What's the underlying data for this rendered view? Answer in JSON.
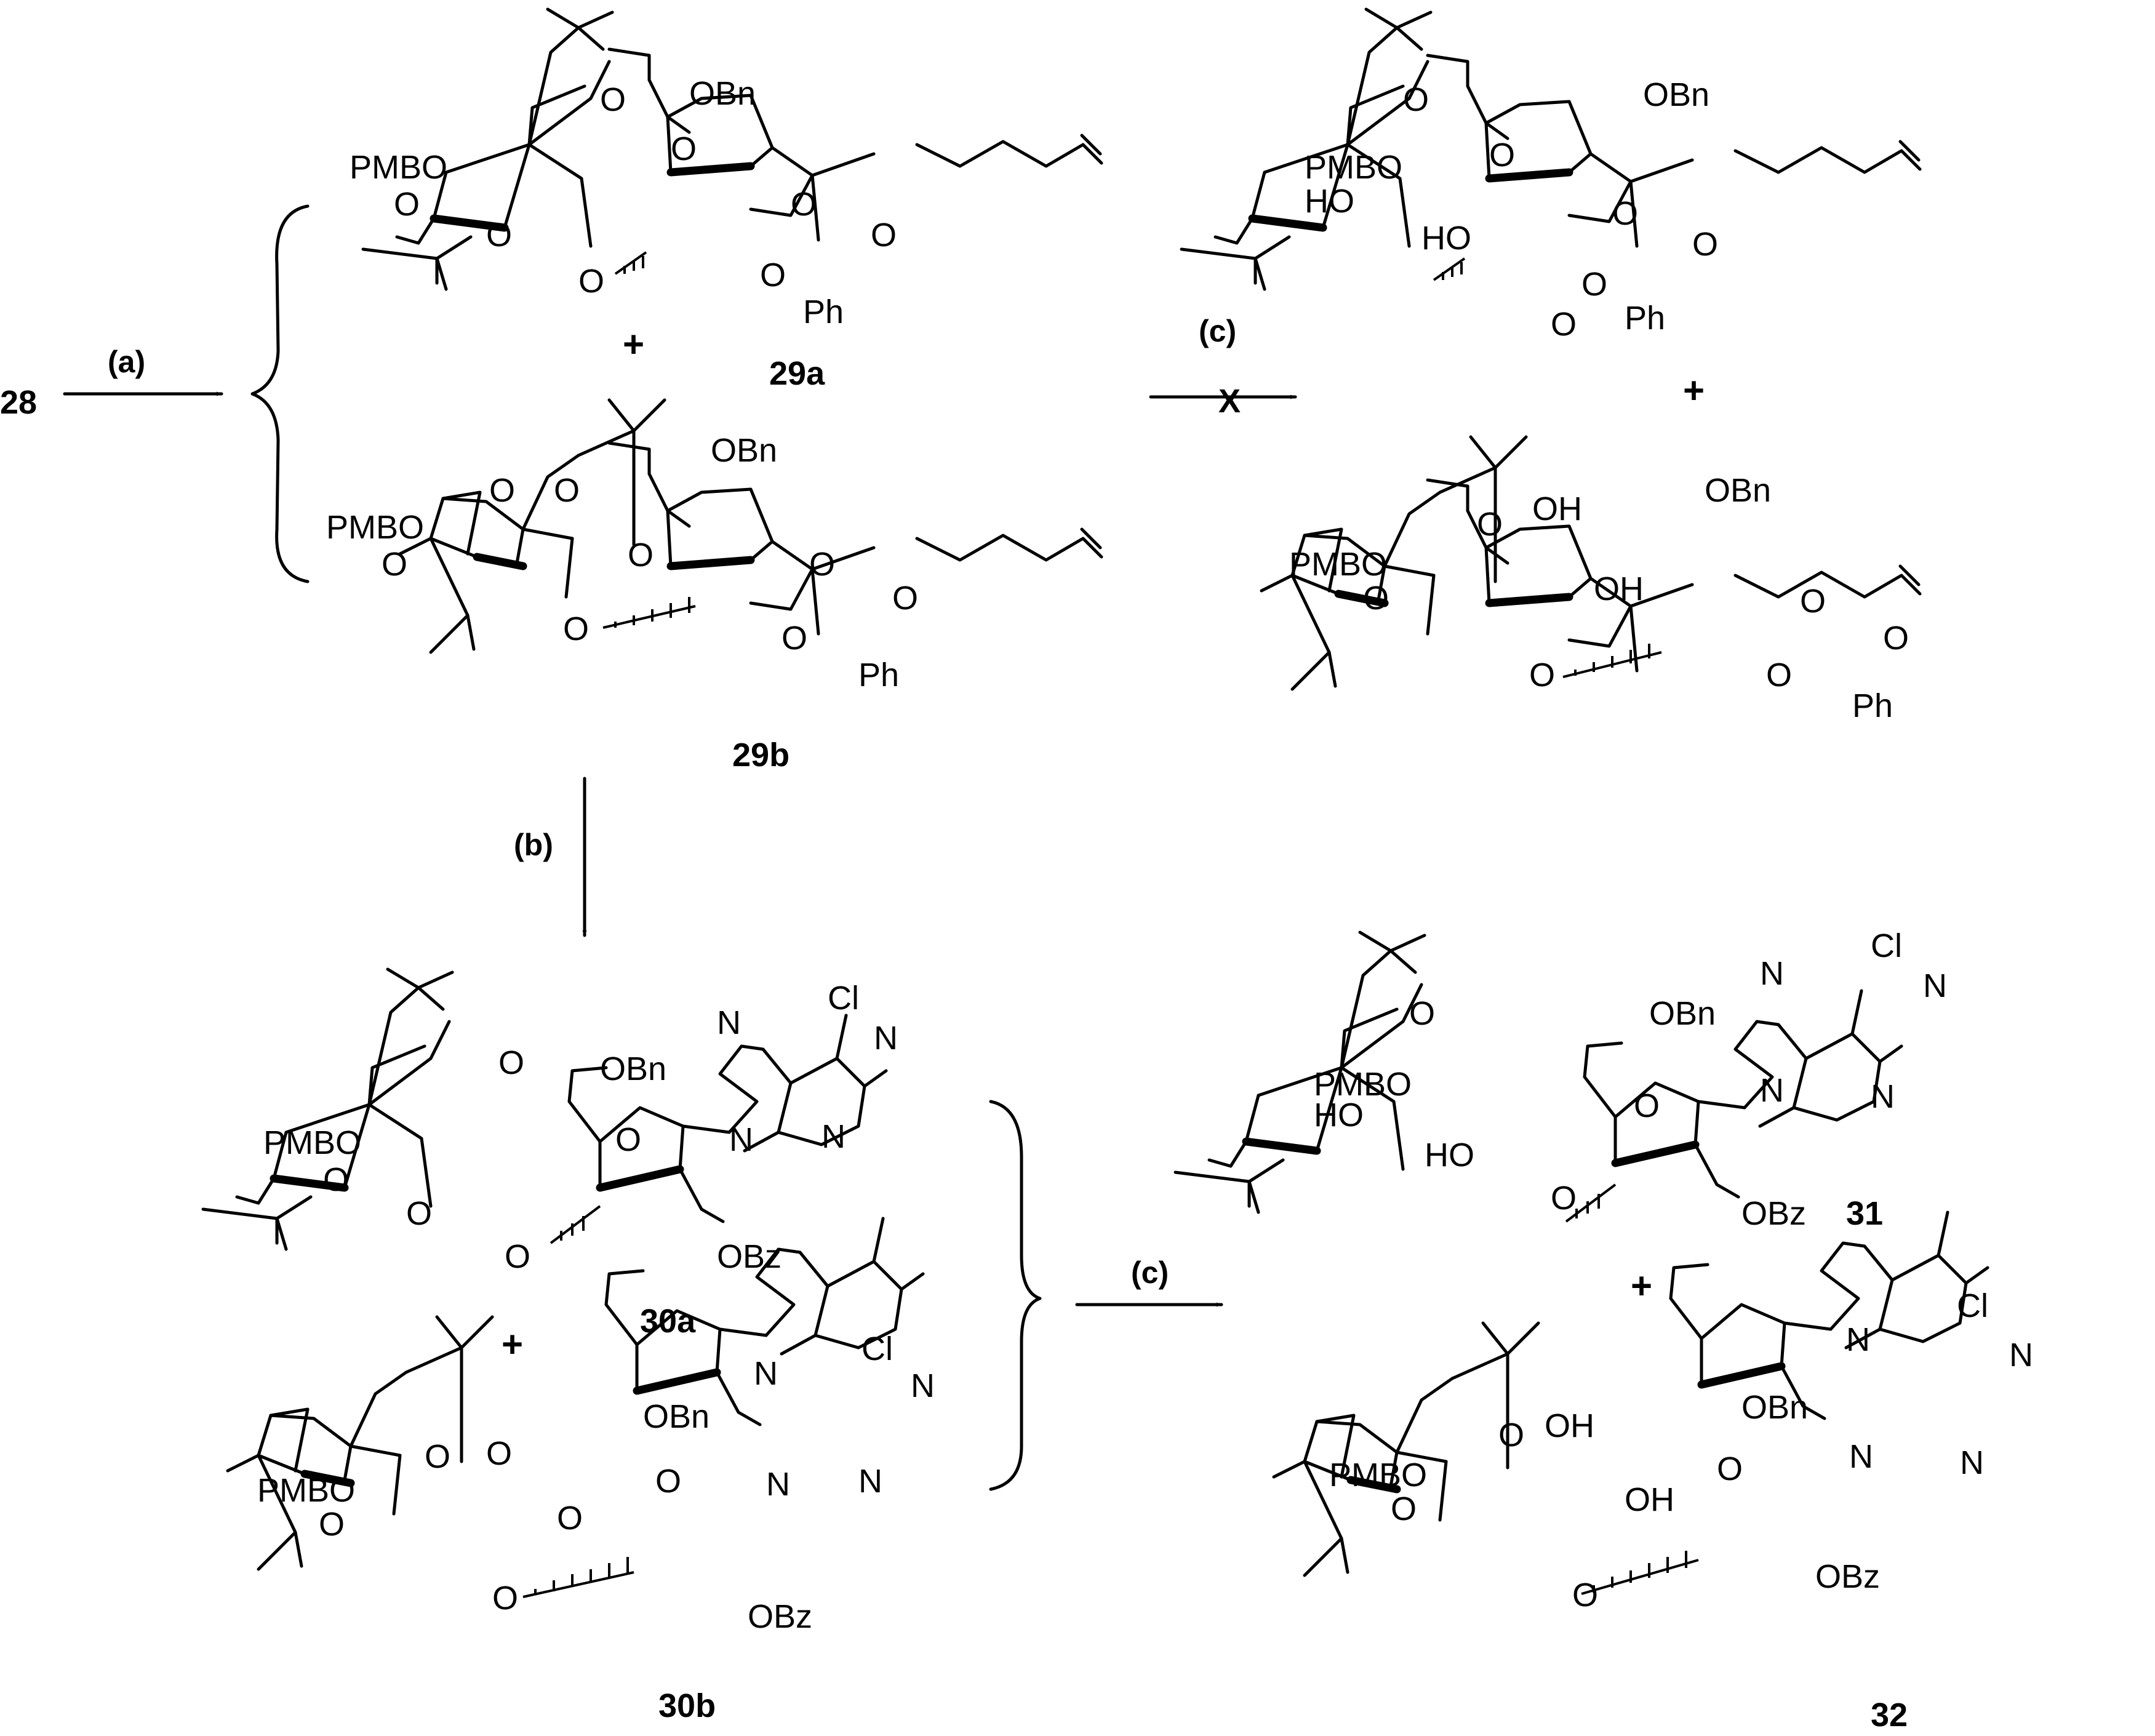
{
  "compounds": {
    "c28": "28",
    "c29a": "29a",
    "c29b": "29b",
    "c30a": "30a",
    "c30b": "30b",
    "c31": "31",
    "c32": "32"
  },
  "conditions": {
    "a": "(a)",
    "b": "(b)",
    "c_top": "(c)",
    "c_bottom": "(c)",
    "failed_mark": "X"
  },
  "plus_sign": "+",
  "groups": {
    "OBn": "OBn",
    "OBz": "OBz",
    "PMBO": "PMBO",
    "HO": "HO",
    "OH": "OH",
    "O": "O",
    "N": "N",
    "Cl": "Cl",
    "Ph": "Ph"
  }
}
